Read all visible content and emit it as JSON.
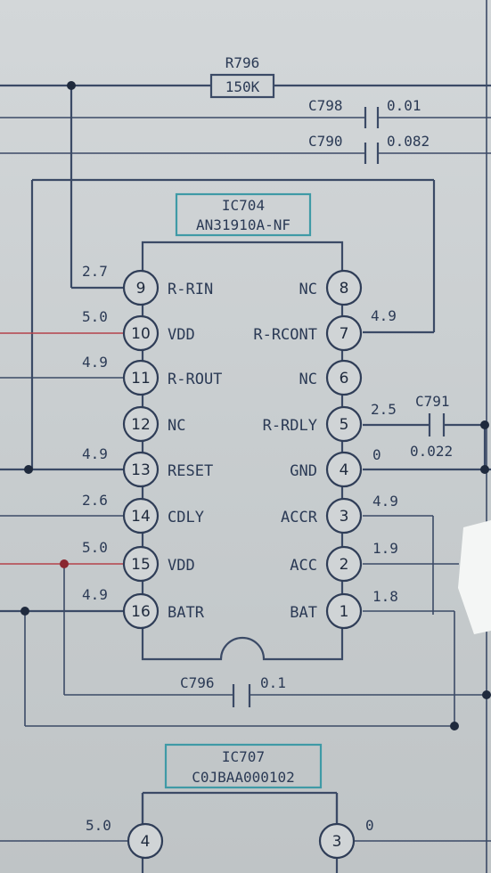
{
  "resistor": {
    "ref": "R796",
    "value": "150K"
  },
  "capacitors": [
    {
      "ref": "C798",
      "value": "0.01"
    },
    {
      "ref": "C790",
      "value": "0.082"
    },
    {
      "ref": "C791",
      "value": "0.022"
    },
    {
      "ref": "C796",
      "value": "0.1"
    }
  ],
  "ic704": {
    "ref": "IC704",
    "part": "AN31910A-NF",
    "left_pins": [
      {
        "num": "9",
        "name": "R-RIN",
        "voltage": "2.7"
      },
      {
        "num": "10",
        "name": "VDD",
        "voltage": "5.0"
      },
      {
        "num": "11",
        "name": "R-ROUT",
        "voltage": "4.9"
      },
      {
        "num": "12",
        "name": "NC",
        "voltage": ""
      },
      {
        "num": "13",
        "name": "RESET",
        "voltage": "4.9"
      },
      {
        "num": "14",
        "name": "CDLY",
        "voltage": "2.6"
      },
      {
        "num": "15",
        "name": "VDD",
        "voltage": "5.0"
      },
      {
        "num": "16",
        "name": "BATR",
        "voltage": "4.9"
      }
    ],
    "right_pins": [
      {
        "num": "8",
        "name": "NC",
        "voltage": ""
      },
      {
        "num": "7",
        "name": "R-RCONT",
        "voltage": "4.9"
      },
      {
        "num": "6",
        "name": "NC",
        "voltage": ""
      },
      {
        "num": "5",
        "name": "R-RDLY",
        "voltage": "2.5"
      },
      {
        "num": "4",
        "name": "GND",
        "voltage": "0"
      },
      {
        "num": "3",
        "name": "ACCR",
        "voltage": "4.9"
      },
      {
        "num": "2",
        "name": "ACC",
        "voltage": "1.9"
      },
      {
        "num": "1",
        "name": "BAT",
        "voltage": "1.8"
      }
    ]
  },
  "ic707": {
    "ref": "IC707",
    "part": "C0JBAA000102",
    "pins": [
      {
        "num": "4",
        "voltage": "5.0"
      },
      {
        "num": "3",
        "voltage": "0"
      }
    ]
  }
}
